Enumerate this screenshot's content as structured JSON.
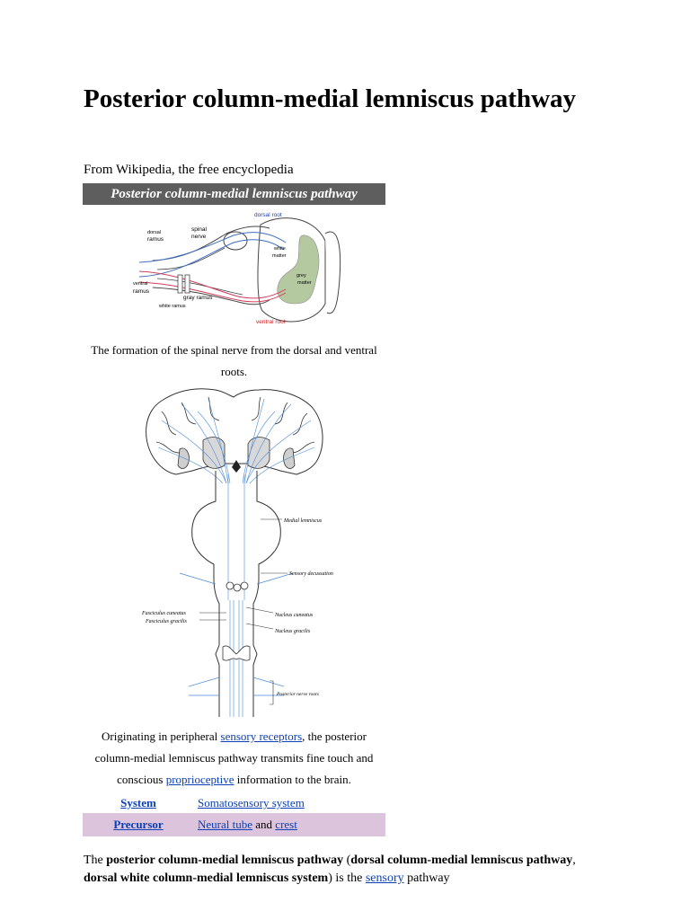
{
  "article": {
    "title": "Posterior column-medial lemniscus pathway",
    "tagline": "From Wikipedia, the free encyclopedia"
  },
  "infobox": {
    "header": "Posterior column-medial lemniscus pathway",
    "figure1": {
      "labels": {
        "dorsal_root": "dorsal root",
        "spinal": "spinal",
        "nerve": "nerve",
        "dorsal": "dorsal",
        "ramus": "ramus",
        "white": "white",
        "matter": "matter",
        "grey": "grey",
        "ventral": "ventral",
        "gray_ramus": "gray ramus",
        "white_ramus": "white ramus",
        "ventral_root": "ventral root"
      },
      "caption": "The formation of the spinal nerve from the dorsal and ventral roots."
    },
    "figure2": {
      "labels": {
        "medial_lemniscus": "Medial lemniscus",
        "sensory_decussation": "Sensory decussation",
        "fasciculus_cuneatus": "Fasciculus cuneatus",
        "fasciculus_gracilis": "Fasciculus gracilis",
        "nucleus_cuneatus": "Nucleus cuneatus",
        "nucleus_gracilis": "Nucleus gracilis",
        "posterior_nerve_roots": "Posterior nerve roots"
      },
      "caption": {
        "pre": "Originating in peripheral ",
        "link1": "sensory receptors",
        "mid": ", the posterior column-medial lemniscus pathway transmits fine touch and conscious ",
        "link2": "proprioceptive",
        "post": " information to the brain."
      }
    },
    "rows": [
      {
        "key": "System",
        "value": "Somatosensory system"
      },
      {
        "key": "Precursor",
        "value1": "Neural tube",
        "and": " and ",
        "value2": "crest"
      }
    ]
  },
  "intro": {
    "t1": "The ",
    "b1": "posterior column-medial lemniscus pathway",
    "t2": " (",
    "b2": "dorsal column-medial lemniscus pathway",
    "t3": ", ",
    "b3": "dorsal white column-medial lemniscus system",
    "t4": ") is the ",
    "link": "sensory",
    "t5": " pathway"
  },
  "colors": {
    "header_bg": "#5e5e5e",
    "precursor_row_bg": "#dcc5dc",
    "link": "#0b3fb8",
    "grey_matter": "#b5c9a0",
    "nerve_blue": "#3d6fc4",
    "nerve_red": "#d43d5a"
  }
}
